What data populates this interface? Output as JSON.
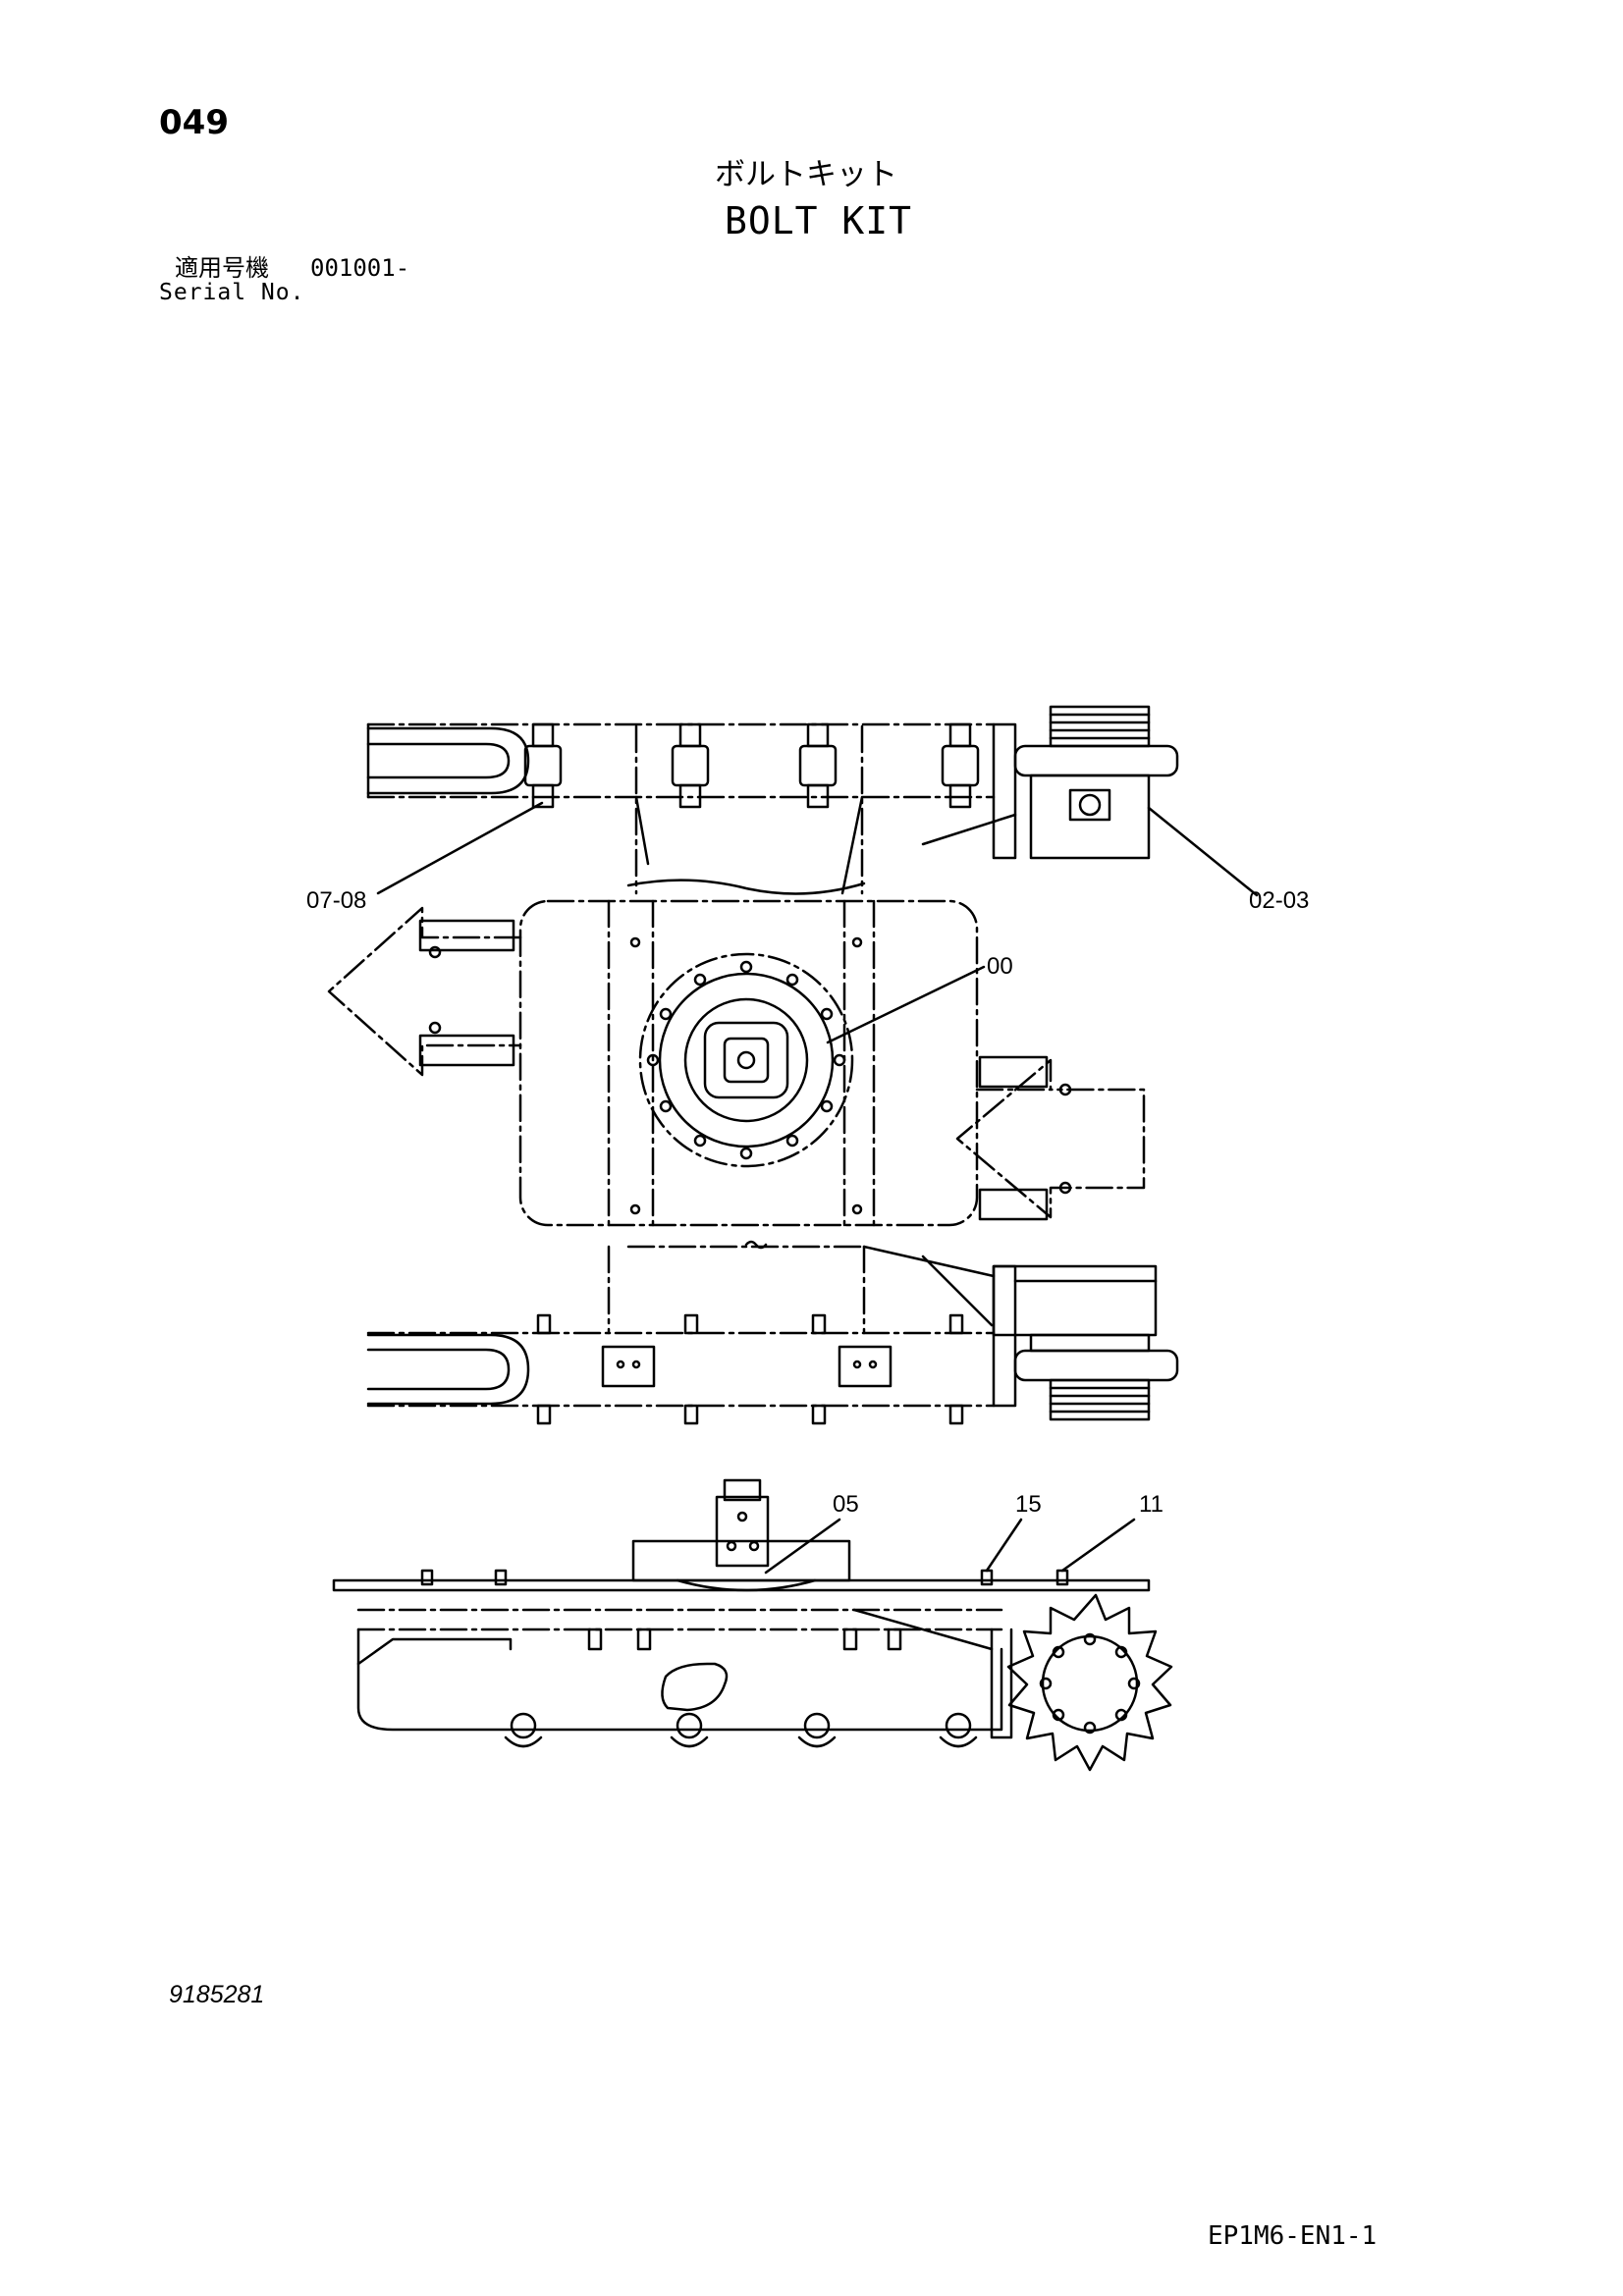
{
  "header": {
    "page_number": "049",
    "title_ja": "ボルトキット",
    "title_en": "BOLT KIT",
    "serial_label_ja": "適用号機",
    "serial_value": "001001-",
    "serial_label_en": "Serial No."
  },
  "callouts": [
    {
      "id": "c1",
      "label": "07-08"
    },
    {
      "id": "c2",
      "label": "02-03"
    },
    {
      "id": "c3",
      "label": "00"
    },
    {
      "id": "c4",
      "label": "05"
    },
    {
      "id": "c5",
      "label": "15"
    },
    {
      "id": "c6",
      "label": "11"
    }
  ],
  "footer": {
    "drawing_number": "9185281",
    "sheet_code": "EP1M6-EN1-1"
  }
}
